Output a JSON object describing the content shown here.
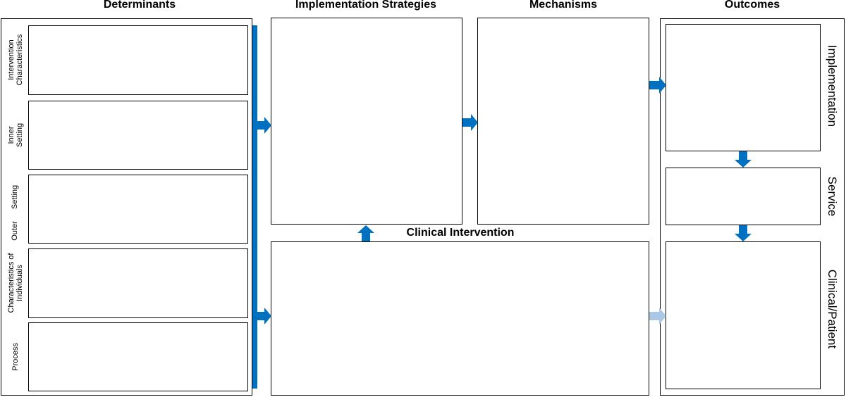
{
  "headings": {
    "determinants": "Determinants",
    "strategies": "Implementation Strategies",
    "mechanisms": "Mechanisms",
    "outcomes": "Outcomes",
    "clinical_intervention": "Clinical Intervention"
  },
  "determinants": {
    "intervention_line1": "Intervention",
    "intervention_line2": "Characteristics",
    "inner_line1": "Inner",
    "inner_line2": "Setting",
    "outer_word1": "Setting",
    "outer_word2": "Outer",
    "individuals_line1": "Characteristics of",
    "individuals_line2": "Individuals",
    "process": "Process"
  },
  "outcomes": {
    "implementation": "Implementation",
    "service": "Service",
    "clinical": "Clinical/Patient"
  },
  "colors": {
    "arrow": "#0070c0",
    "arrow_faded": "#a9c8e6"
  }
}
